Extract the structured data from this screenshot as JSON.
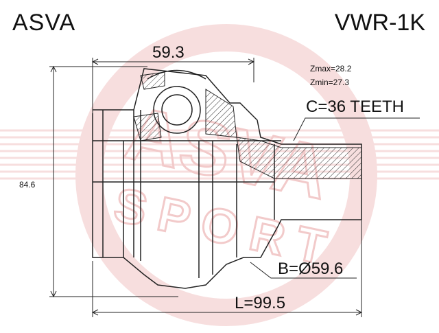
{
  "header": {
    "brand": "ASVA",
    "part_number": "VWR-1K"
  },
  "watermark": {
    "text_top": "ASVA",
    "text_bottom": "SPORT",
    "color": "#e8a0a0",
    "stripe_color": "#f2c4c4"
  },
  "dimensions": {
    "top_width": "59.3",
    "height": "84.6",
    "zmax": "Zmax=28.2",
    "zmin": "Zmin=27.3",
    "teeth": "C=36 TEETH",
    "outer_diameter": "B=Ø59.6",
    "length": "L=99.5"
  },
  "colors": {
    "line": "#222222",
    "background": "#ffffff"
  }
}
